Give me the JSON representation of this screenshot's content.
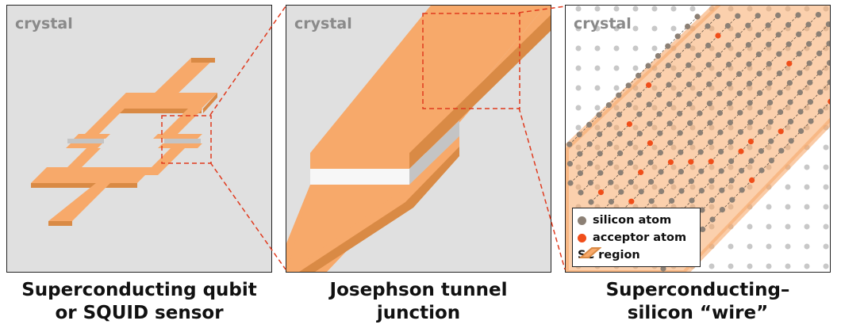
{
  "panels": [
    {
      "tag": "crystal",
      "caption_line1": "Superconducting qubit",
      "caption_line2": "or SQUID sensor"
    },
    {
      "tag": "crystal",
      "caption_line1": "Josephson tunnel",
      "caption_line2": "junction"
    },
    {
      "tag": "crystal",
      "caption_line1": "Superconducting–",
      "caption_line2": "silicon “wire”"
    }
  ],
  "legend": {
    "silicon": "silicon atom",
    "acceptor": "acceptor atom",
    "sc_region": "SC region"
  },
  "colors": {
    "background": "#e0e0e0",
    "superconductor_top": "#f7a96a",
    "superconductor_side": "#d98a45",
    "barrier": "#c4c4c4",
    "zoom_lines": "#e03a1e",
    "silicon_atom": "#8c8075",
    "acceptor_atom": "#f04e1a",
    "faint_atom": "#c8c8c8"
  }
}
